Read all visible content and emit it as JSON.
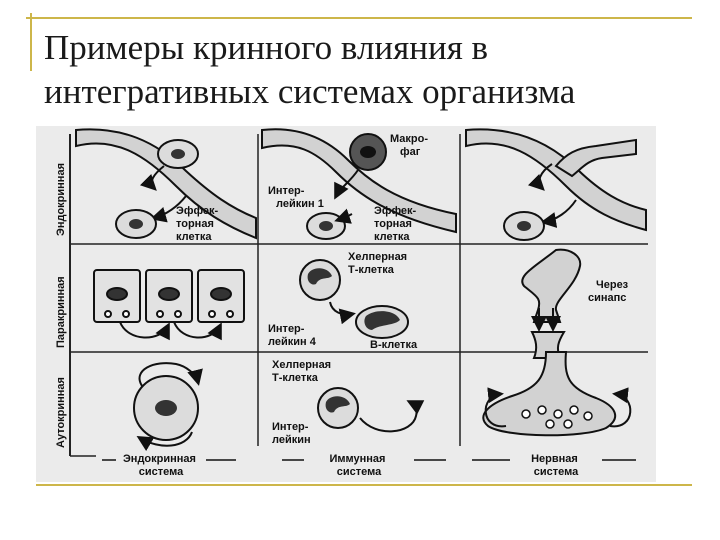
{
  "slide": {
    "title_line1": "Примеры кринного влияния в",
    "title_line2": "интегративных системах организма"
  },
  "figure": {
    "row_labels": [
      "Эндокринная",
      "Паракринная",
      "Аутокринная"
    ],
    "col_labels": [
      [
        "Эндокринная",
        "система"
      ],
      [
        "Иммунная",
        "система"
      ],
      [
        "Нервная",
        "система"
      ]
    ],
    "cells": {
      "r1c1": [
        "Эффек-",
        "торная",
        "клетка"
      ],
      "r1c2_macro": [
        "Макро-",
        "фаг"
      ],
      "r1c2_inter": [
        "Интер-",
        "лейкин 1"
      ],
      "r1c2_eff": [
        "Эффек-",
        "торная",
        "клетка"
      ],
      "r2c2_helper": [
        "Хелперная",
        "Т-клетка"
      ],
      "r2c2_inter": [
        "Интер-",
        "лейкин 4"
      ],
      "r2c2_b": "В-клетка",
      "r2c3": [
        "Через",
        "синапс"
      ],
      "r3c2_helper": [
        "Хелперная",
        "Т-клетка"
      ],
      "r3c2_inter": [
        "Интер-",
        "лейкин"
      ]
    }
  },
  "colors": {
    "frame": "#cdb64a",
    "figure_bg": "#ebebeb",
    "ink": "#111111"
  }
}
